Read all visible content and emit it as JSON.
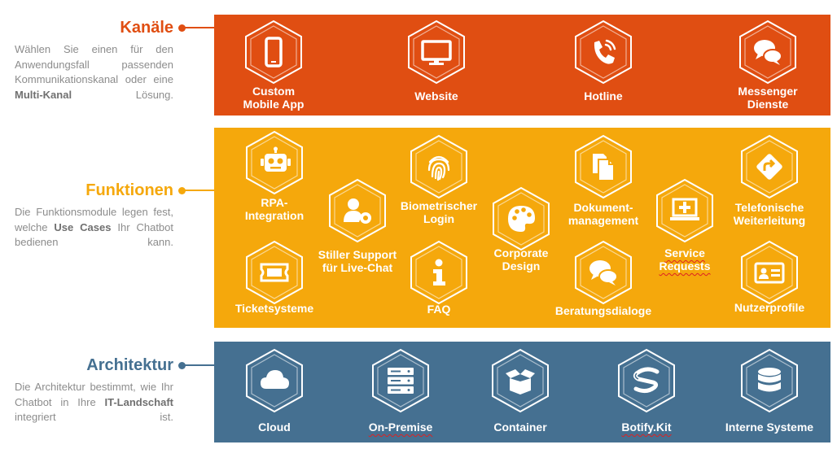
{
  "colors": {
    "kanale": "#e04e12",
    "funktionen": "#f5a80c",
    "architektur": "#457091"
  },
  "sections": {
    "kanale": {
      "title": "Kanäle",
      "desc_1": "Wählen Sie einen für den Anwendungsfall passenden Kommunikationskanal oder eine ",
      "desc_bold": "Multi-Kanal",
      "desc_2": " Lösung."
    },
    "funktionen": {
      "title": "Funktionen",
      "desc_1": "Die Funktionsmodule legen fest, welche ",
      "desc_bold": "Use Cases",
      "desc_2": " Ihr Chatbot bedienen kann."
    },
    "architektur": {
      "title": "Architektur",
      "desc_1": "Die Architektur bestimmt, wie Ihr Chatbot in Ihre ",
      "desc_bold": "IT-Landschaft",
      "desc_2": " integriert ist."
    }
  },
  "kanale_items": [
    {
      "icon": "smartphone-icon",
      "label": "Custom\nMobile App"
    },
    {
      "icon": "monitor-icon",
      "label": "Website"
    },
    {
      "icon": "phone-icon",
      "label": "Hotline"
    },
    {
      "icon": "chat-bubbles-icon",
      "label": "Messenger\nDienste"
    }
  ],
  "funktionen_items": [
    {
      "icon": "robot-icon",
      "label": "RPA-\nIntegration"
    },
    {
      "icon": "ticket-icon",
      "label": "Ticketsysteme"
    },
    {
      "icon": "user-gear-icon",
      "label": "Stiller Support\nfür Live-Chat"
    },
    {
      "icon": "fingerprint-icon",
      "label": "Biometrischer\nLogin"
    },
    {
      "icon": "info-icon",
      "label": "FAQ"
    },
    {
      "icon": "palette-icon",
      "label": "Corporate\nDesign"
    },
    {
      "icon": "documents-icon",
      "label": "Dokument-\nmanagement"
    },
    {
      "icon": "chat-bubbles-icon",
      "label": "Beratungsdialoge"
    },
    {
      "icon": "laptop-plus-icon",
      "label": "Service\nRequests"
    },
    {
      "icon": "direction-sign-icon",
      "label": "Telefonische\nWeiterleitung"
    },
    {
      "icon": "id-card-icon",
      "label": "Nutzerprofile"
    }
  ],
  "architektur_items": [
    {
      "icon": "cloud-icon",
      "label": "Cloud"
    },
    {
      "icon": "server-icon",
      "label": "On-Premise"
    },
    {
      "icon": "box-icon",
      "label": "Container"
    },
    {
      "icon": "botify-logo-icon",
      "label": "Botify.Kit"
    },
    {
      "icon": "database-icon",
      "label": "Interne Systeme"
    }
  ]
}
